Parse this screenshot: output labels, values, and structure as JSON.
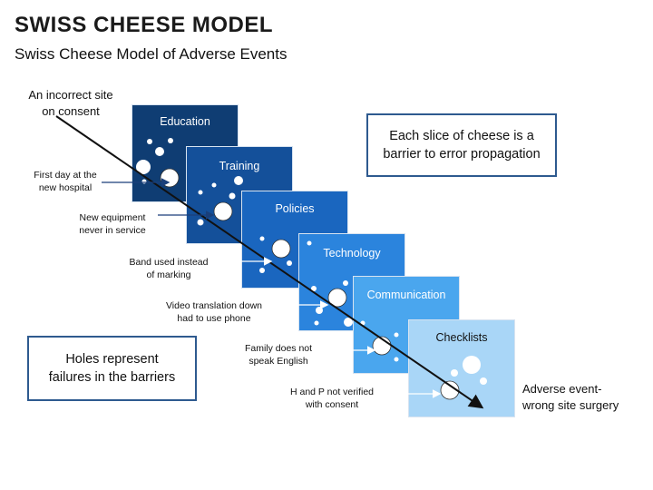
{
  "title": "SWISS CHEESE MODEL",
  "subtitle": "Swiss Cheese Model of Adverse Events",
  "slices": [
    {
      "label": "Education",
      "color": "#0f3d73"
    },
    {
      "label": "Training",
      "color": "#14509a"
    },
    {
      "label": "Policies",
      "color": "#1a66bf"
    },
    {
      "label": "Technology",
      "color": "#2b84dd"
    },
    {
      "label": "Communication",
      "color": "#4aa6ee"
    },
    {
      "label": "Checklists",
      "color": "#a9d6f7"
    }
  ],
  "notes": {
    "incorrect_site": [
      "An incorrect site",
      "on consent"
    ],
    "first_day": [
      "First day at the",
      "new hospital"
    ],
    "new_equipment": [
      "New equipment",
      "never in service"
    ],
    "band": [
      "Band used instead",
      "of marking"
    ],
    "video": [
      "Video translation down",
      "had to use phone"
    ],
    "family": [
      "Family does not",
      "speak English"
    ],
    "hp": [
      "H and P not verified",
      "with consent"
    ],
    "adverse": [
      "Adverse event-",
      "wrong site surgery"
    ]
  },
  "callouts": {
    "barrier": [
      "Each slice of cheese is a",
      "barrier to error propagation"
    ],
    "holes": [
      "Holes represent",
      "failures in the barriers"
    ]
  }
}
